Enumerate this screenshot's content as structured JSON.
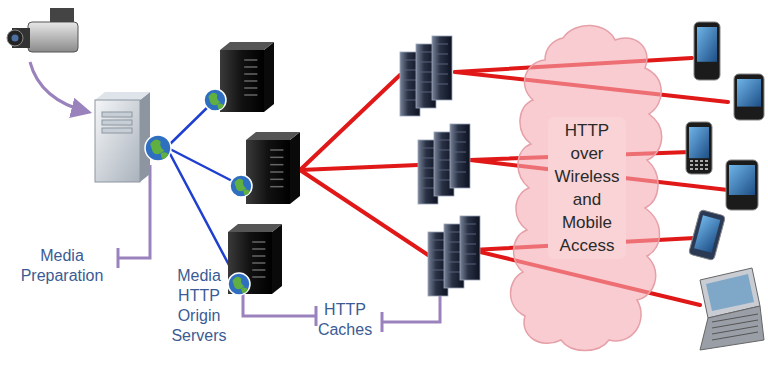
{
  "diagram": {
    "nodes": [
      {
        "text": [
          "HTTP over Wireless and Mobile Access"
        ]
      }
    ],
    "labels": [
      "Media Preparation",
      "Media HTTP Origin Servers",
      "HTTP Caches"
    ]
  }
}
